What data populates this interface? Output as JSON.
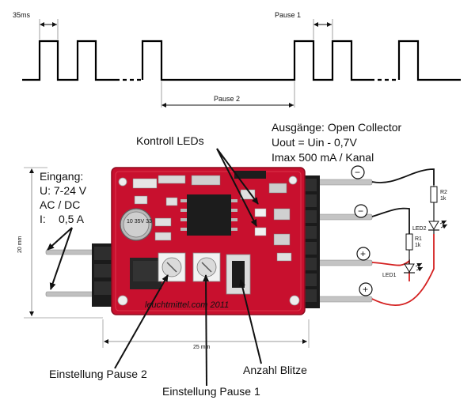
{
  "timing": {
    "pulse_label": "35ms",
    "pause1_label": "Pause 1",
    "pause2_label": "Pause 2"
  },
  "board": {
    "silkscreen": "leuchtmittel.com 2011",
    "cap_text": "10 35V 33"
  },
  "dimensions": {
    "height": "20 mm",
    "width": "25 mm"
  },
  "input_spec": {
    "title": "Eingang:",
    "voltage": "U: 7-24 V",
    "type": "AC / DC",
    "current_label": "I:",
    "current_value": "0,5 A"
  },
  "outputs": {
    "line1": "Ausgänge: Open Collector",
    "line2": "Uout = Uin - 0,7V",
    "line3": "Imax 500 mA / Kanal"
  },
  "labels": {
    "kontroll": "Kontroll LEDs",
    "pause2_adj": "Einstellung Pause 2",
    "pause1_adj": "Einstellung Pause 1",
    "blitze": "Anzahl Blitze"
  },
  "polarity": [
    "−",
    "−",
    "+",
    "+"
  ],
  "circuit": {
    "r2": "R2",
    "r2_val": "1k",
    "led2": "LED2",
    "r1": "R1",
    "r1_val": "1k",
    "led1": "LED1"
  },
  "colors": {
    "pcb": "#c8102e",
    "wire_red": "#d42020",
    "pin": "#b0b0b0"
  }
}
